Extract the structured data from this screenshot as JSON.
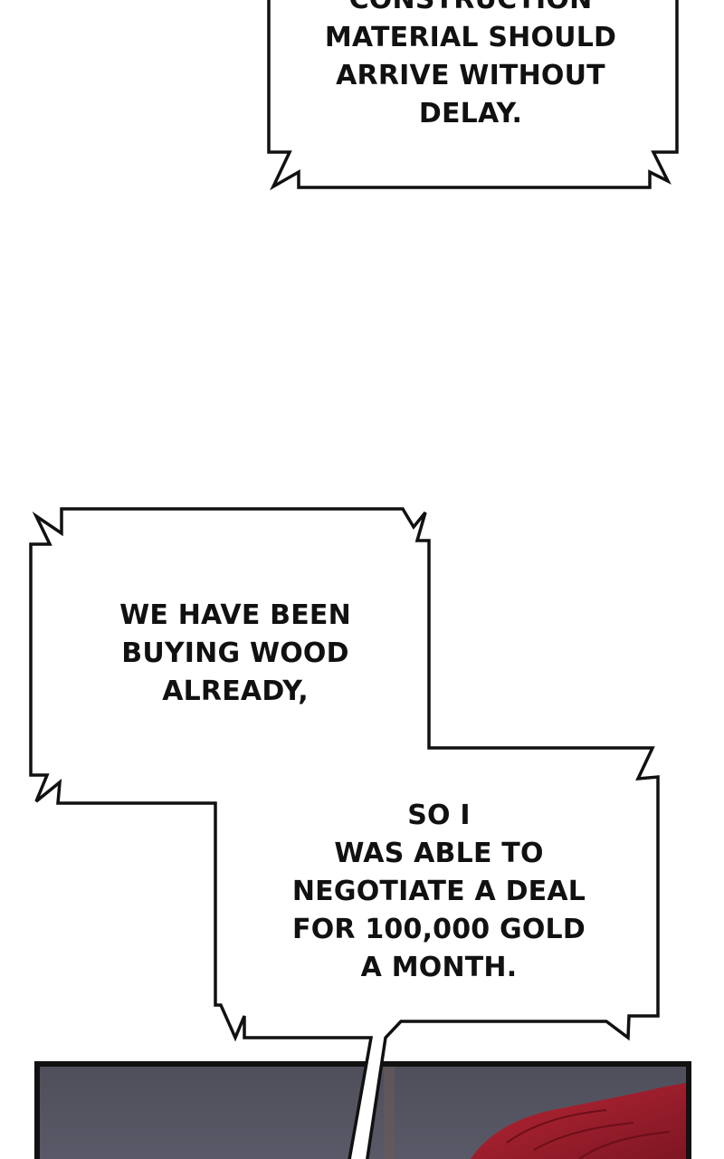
{
  "page": {
    "background_color": "#ffffff",
    "panel_color": "#52525f",
    "hair_color": "#a11d2c",
    "border_color": "#111111"
  },
  "bubbles": {
    "top": {
      "lines": [
        "CONSTRUCTION",
        "MATERIAL SHOULD",
        "ARRIVE WITHOUT",
        "DELAY."
      ]
    },
    "middle": {
      "lines": [
        "WE HAVE BEEN",
        "BUYING WOOD",
        "ALREADY,"
      ]
    },
    "bottom": {
      "lines": [
        "SO I",
        "WAS ABLE TO",
        "NEGOTIATE A DEAL",
        "FOR 100,000 GOLD",
        "A MONTH."
      ]
    }
  }
}
